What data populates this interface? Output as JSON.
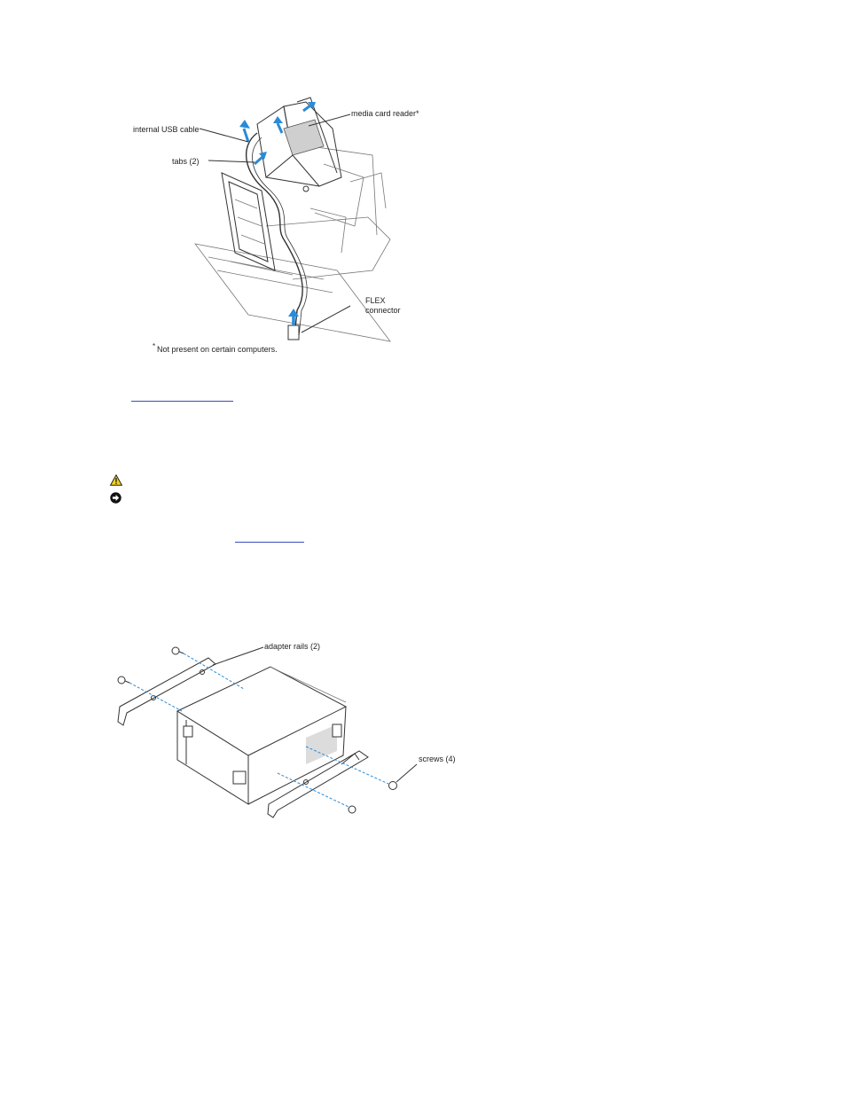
{
  "figure1": {
    "labels": {
      "internal_usb_cable": "internal USB cable",
      "tabs": "tabs (2)",
      "media_card_reader": "media card reader*",
      "flex_connector_line1": "FLEX",
      "flex_connector_line2": "connector",
      "footnote_asterisk": "*",
      "footnote_text": "Not present on certain computers."
    }
  },
  "figure2": {
    "labels": {
      "adapter_rails": "adapter rails (2)",
      "screws": "screws (4)"
    }
  },
  "links": {
    "link1_text": "",
    "link2_text": ""
  },
  "icons": {
    "caution": "caution-triangle-icon",
    "notice": "notice-circle-arrow-icon"
  },
  "colors": {
    "arrow_blue": "#2a8bd6",
    "link_blue": "#3b4cc0",
    "caution_yellow": "#f2d31b"
  }
}
